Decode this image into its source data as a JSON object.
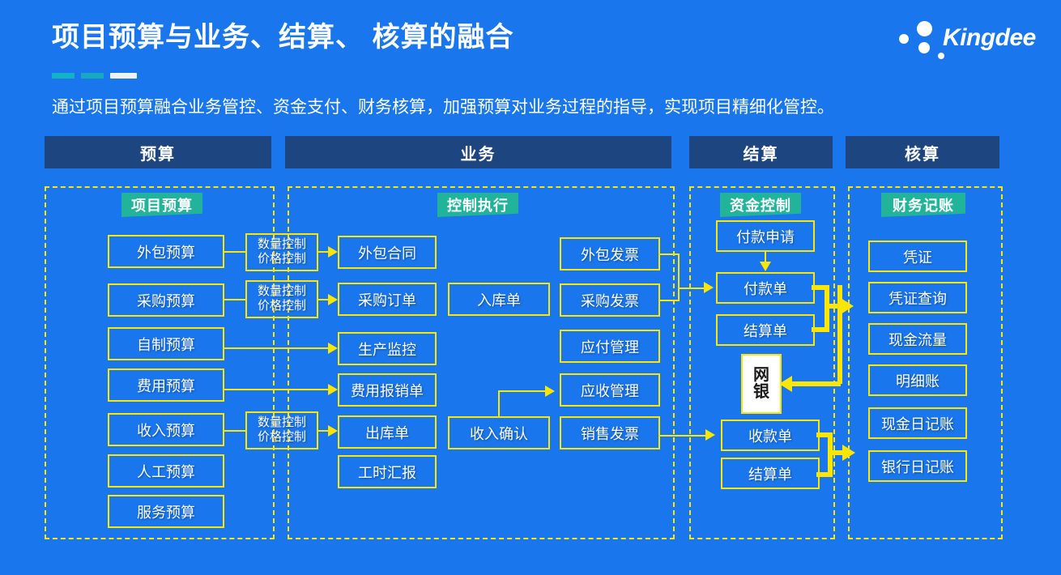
{
  "header": {
    "title": "项目预算与业务、结算、 核算的融合",
    "subtitle": "通过项目预算融合业务管控、资金支付、财务核算，加强预算对业务过程的指导，实现项目精细化管控。",
    "logo_text": "Kingdee"
  },
  "columns": [
    {
      "label": "预算"
    },
    {
      "label": "业务"
    },
    {
      "label": "结算"
    },
    {
      "label": "核算"
    }
  ],
  "badges": {
    "budget": "项目预算",
    "business": "控制执行",
    "settlement": "资金控制",
    "accounting": "财务记账"
  },
  "budget_nodes": [
    "外包预算",
    "采购预算",
    "自制预算",
    "费用预算",
    "收入预算",
    "人工预算",
    "服务预算"
  ],
  "control_nodes": [
    {
      "line1": "数量控制",
      "line2": "价格控制"
    },
    {
      "line1": "数量控制",
      "line2": "价格控制"
    },
    {
      "line1": "数量控制",
      "line2": "价格控制"
    }
  ],
  "business_nodes_a": [
    "外包合同",
    "采购订单",
    "生产监控",
    "费用报销单",
    "出库单",
    "工时汇报"
  ],
  "business_nodes_b": [
    "入库单",
    "收入确认"
  ],
  "business_nodes_c": [
    "外包发票",
    "采购发票",
    "应付管理",
    "应收管理",
    "销售发票"
  ],
  "settlement_nodes": [
    "付款申请",
    "付款单",
    "结算单",
    "网银",
    "收款单",
    "结算单"
  ],
  "settlement_bank": {
    "line1": "网",
    "line2": "银"
  },
  "accounting_nodes": [
    "凭证",
    "凭证查询",
    "现金流量",
    "明细账",
    "现金日记账",
    "银行日记账"
  ],
  "colors": {
    "background": "#1a76ec",
    "header_bar": "#1d4580",
    "accent_yellow": "#ffe600",
    "badge_green": "#22b49b",
    "text_white": "#ffffff"
  }
}
